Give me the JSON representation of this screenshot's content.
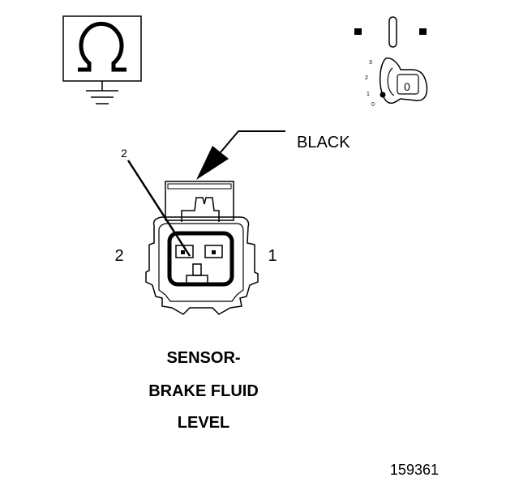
{
  "ohmmeter": {
    "symbol": "Ω"
  },
  "ignition": {
    "positions": [
      "3",
      "2",
      "1",
      "0"
    ],
    "key_label": "0"
  },
  "connector": {
    "color_label": "BLACK",
    "pointer_label": "2",
    "pin_left": "2",
    "pin_right": "1"
  },
  "title": {
    "line1": "SENSOR-",
    "line2": "BRAKE FLUID",
    "line3": "LEVEL"
  },
  "figure_number": "159361"
}
